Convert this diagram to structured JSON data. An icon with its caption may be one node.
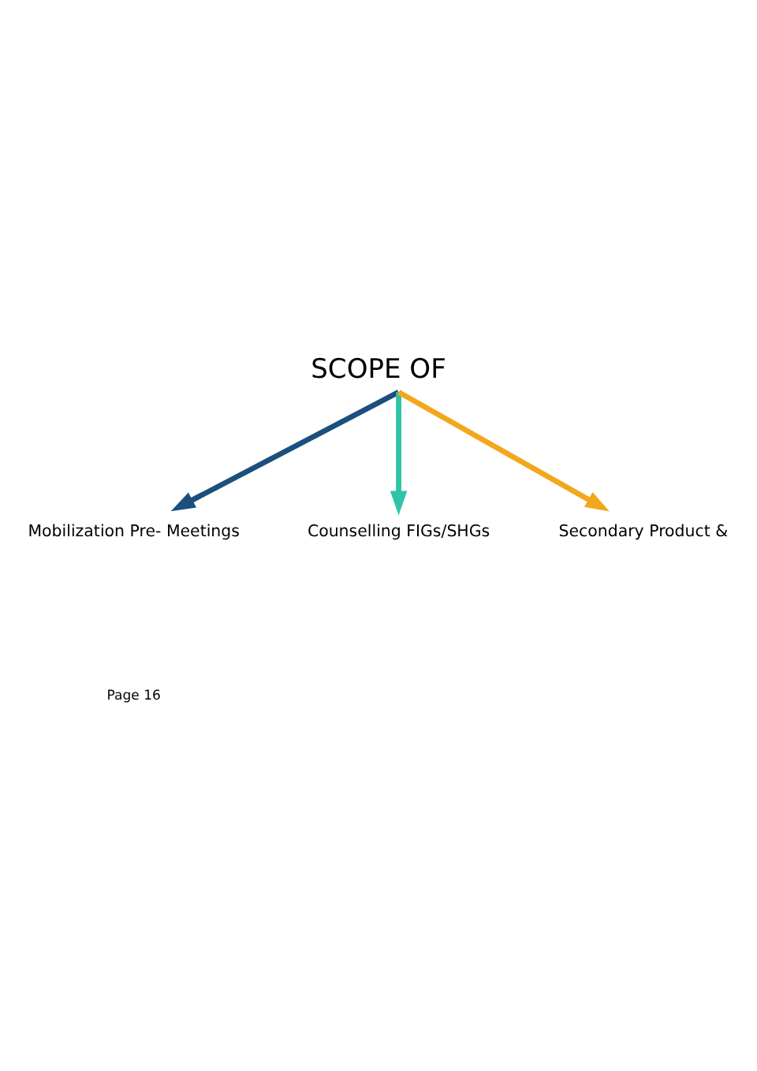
{
  "diagram": {
    "title": "SCOPE OF",
    "nodes": [
      {
        "text": [
          "Mobilization Pre- Meetings"
        ]
      },
      {
        "text": [
          "Counselling FIGs/SHGs"
        ]
      },
      {
        "text": [
          "Secondary Product &"
        ]
      }
    ],
    "edges": [
      {
        "from": null,
        "to": 0,
        "arrow": "to",
        "color": "#1b4f7c"
      },
      {
        "from": null,
        "to": 1,
        "arrow": "to",
        "color": "#2ec4a6"
      },
      {
        "from": null,
        "to": 2,
        "arrow": "to",
        "color": "#f2a81d"
      }
    ],
    "labels": [
      "Page 16"
    ]
  }
}
